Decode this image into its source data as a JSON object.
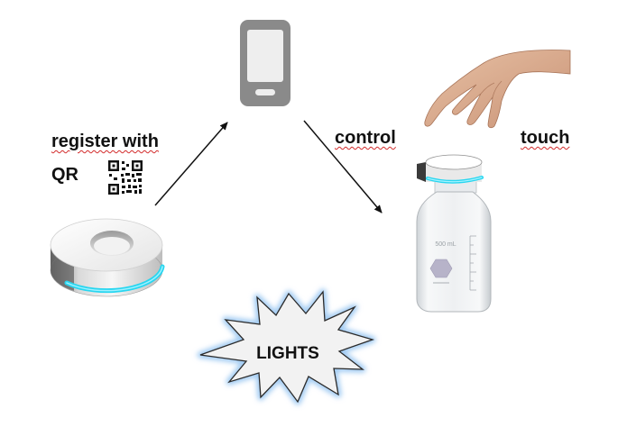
{
  "labels": {
    "register": "register with",
    "qr": "QR",
    "control": "control",
    "touch": "touch",
    "lights": "LIGHTS"
  },
  "bottle": {
    "volume": "500 mL"
  },
  "colors": {
    "glow": "#28d6f0",
    "phone_body": "#8a8a8a",
    "phone_screen": "#eeeeee",
    "starburst_glow": "#9ec9f2",
    "spellcheck_underline": "#d22a2a"
  },
  "icons": [
    "smartphone-icon",
    "qr-code-icon",
    "hand-icon",
    "ring-device-icon",
    "bottle-icon",
    "starburst-icon"
  ]
}
